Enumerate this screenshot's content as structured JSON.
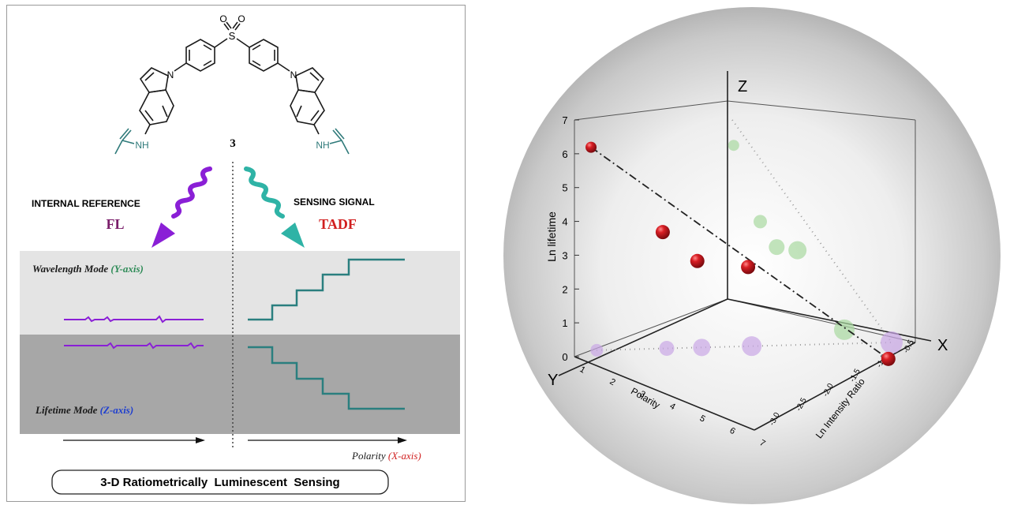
{
  "molecule": {
    "compound_number": "3",
    "atom_n": "N",
    "atom_nh": "NH",
    "atom_s": "S",
    "atom_o": "O"
  },
  "left": {
    "internal_reference": "INTERNAL REFERENCE",
    "fl": "FL",
    "sensing_signal": "SENSING SIGNAL",
    "tadf": "TADF",
    "wavelength_mode": "Wavelength Mode ",
    "wavelength_axis": "(Y-axis)",
    "lifetime_mode": "Lifetime Mode ",
    "lifetime_axis": "(Z-axis)",
    "polarity": "Polarity ",
    "polarity_axis": "(X-axis)",
    "bottom_label": "3-D Ratiometrically  Luminescent  Sensing"
  },
  "colors": {
    "fl_purple": "#8a1fd6",
    "tadf_teal": "#2aa79a",
    "step_teal": "#2a7f7f",
    "fl_text": "#7a1d6a",
    "tadf_text": "#d11f1f",
    "y_axis_green": "#2e8b57",
    "z_axis_blue": "#1f3fcf",
    "x_axis_red": "#d11f1f"
  },
  "chart_data": {
    "type": "scatter",
    "axes": {
      "x": {
        "label": "X",
        "title": "Ln Intensity Ratio",
        "ticks": [
          "-3.0",
          "-2.5",
          "-2.0",
          "-1.5",
          "-1.0",
          "-0.5"
        ],
        "range": [
          -3.0,
          -0.5
        ]
      },
      "y": {
        "label": "Y",
        "title": "Polarity",
        "ticks": [
          "1",
          "2",
          "3",
          "4",
          "5",
          "6",
          "7"
        ],
        "range": [
          1,
          7
        ]
      },
      "z": {
        "label": "Z",
        "title": "Ln lifetime",
        "ticks": [
          "0",
          "1",
          "2",
          "3",
          "4",
          "5",
          "6",
          "7"
        ],
        "range": [
          0,
          7
        ]
      }
    },
    "series": [
      {
        "color": "#c0141c",
        "points": [
          {
            "x": -3.0,
            "y": 1.1,
            "z": 6.2
          },
          {
            "x": -2.2,
            "y": 2.5,
            "z": 3.8
          },
          {
            "x": -2.0,
            "y": 3.2,
            "z": 3.0
          },
          {
            "x": -1.5,
            "y": 4.2,
            "z": 2.9
          },
          {
            "x": -0.4,
            "y": 7.0,
            "z": 0.4
          }
        ]
      }
    ],
    "fit_line": "dash-dot",
    "projections": [
      "yz-plane",
      "xy-plane"
    ]
  }
}
